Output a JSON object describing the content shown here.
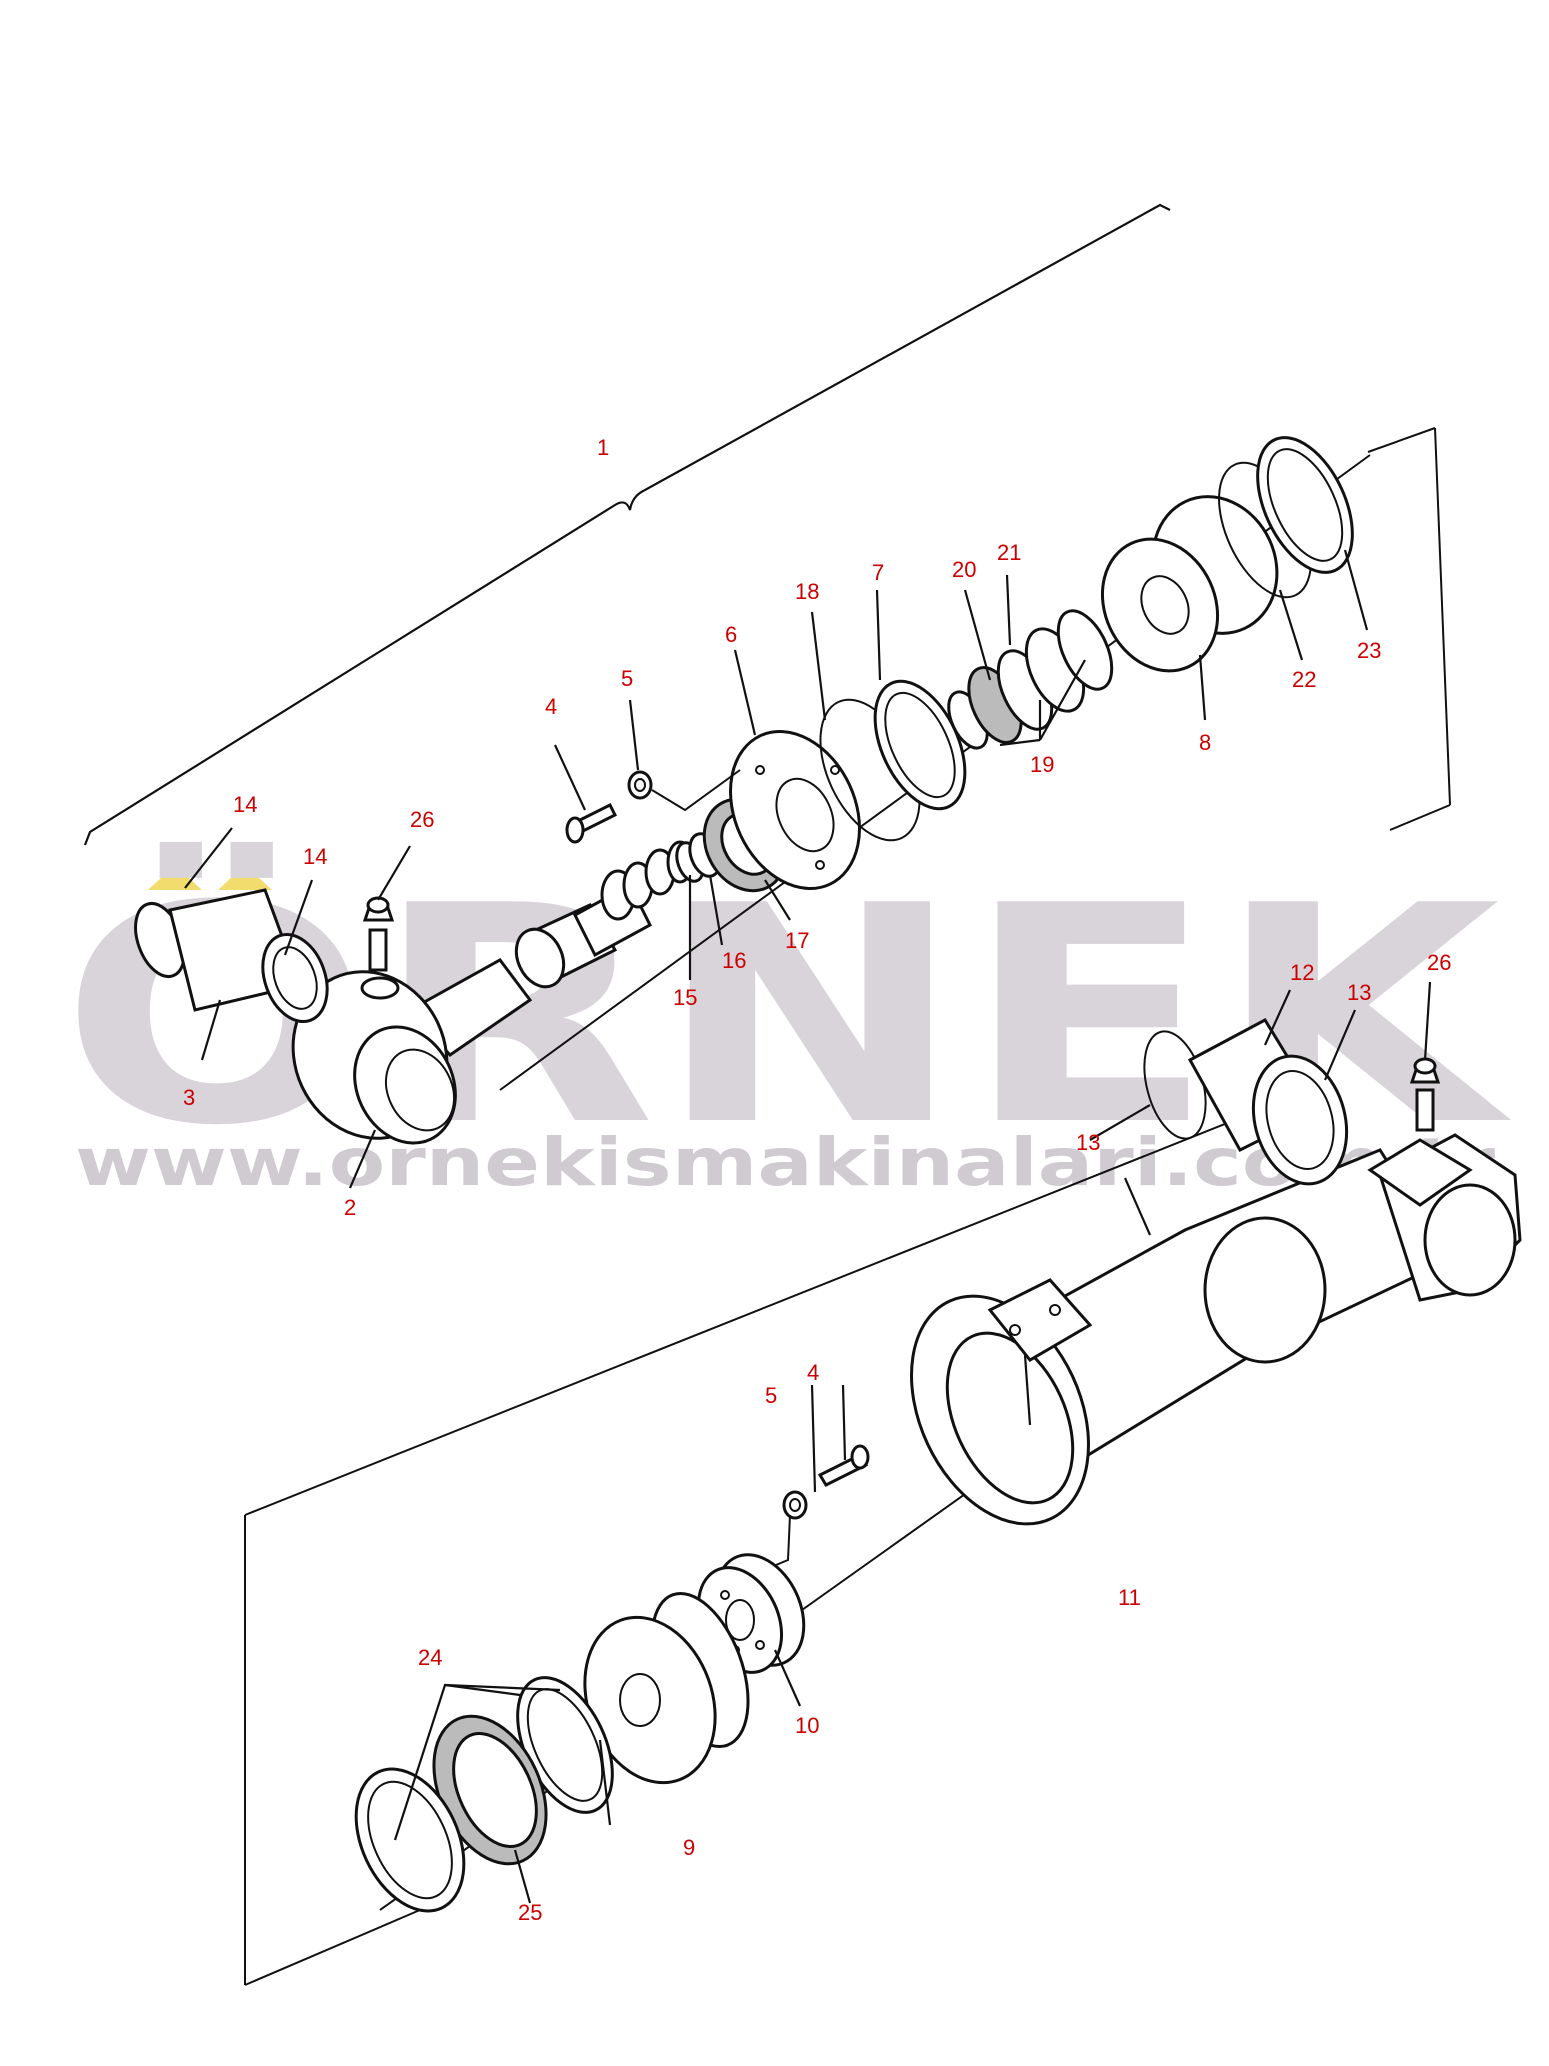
{
  "watermark": {
    "brand": "ÖRNEK",
    "url": "www.ornekismakinalari.com.tr",
    "brand_color": "#d8d4da",
    "accent_color": "#f3dc6e"
  },
  "callout_color": "#cc0000",
  "callouts": {
    "c1": "1",
    "c2": "2",
    "c3": "3",
    "c4a": "4",
    "c4b": "4",
    "c5a": "5",
    "c5b": "5",
    "c6": "6",
    "c7": "7",
    "c8": "8",
    "c9": "9",
    "c10": "10",
    "c11": "11",
    "c12": "12",
    "c13a": "13",
    "c13b": "13",
    "c14a": "14",
    "c14b": "14",
    "c15": "15",
    "c16": "16",
    "c17": "17",
    "c18": "18",
    "c19": "19",
    "c20": "20",
    "c21": "21",
    "c22": "22",
    "c23": "23",
    "c24": "24",
    "c25": "25",
    "c26a": "26",
    "c26b": "26"
  }
}
